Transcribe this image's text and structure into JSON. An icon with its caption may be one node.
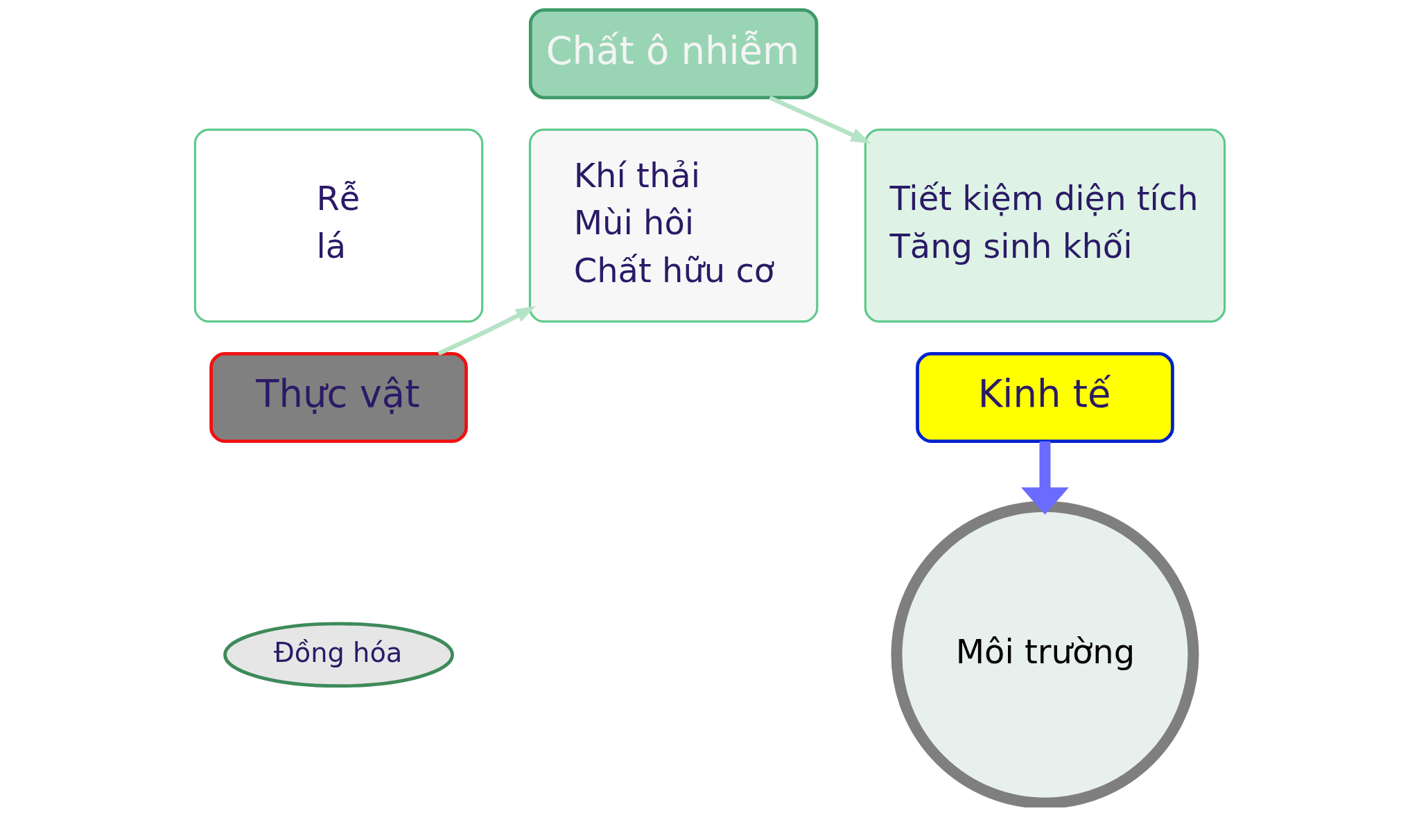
{
  "diagram": {
    "nodes": [
      {
        "text": [
          "Rễ",
          "lá"
        ]
      },
      {
        "text": [
          "Thực vật"
        ]
      },
      {
        "text": [
          "Khí thải",
          "Mùi hôi",
          "Chất hữu cơ"
        ]
      },
      {
        "text": [
          "Chất ô nhiễm"
        ]
      },
      {
        "text": [
          "Tiết kiệm diện tích",
          "Tăng sinh khối"
        ]
      },
      {
        "text": [
          "Kinh tế"
        ]
      },
      {
        "text": [
          "Môi trường"
        ]
      },
      {
        "text": [
          "Đồng hóa"
        ]
      }
    ],
    "edges": [
      {
        "from": 1,
        "to": 2,
        "arrow": "to"
      },
      {
        "from": 3,
        "to": 4,
        "arrow": "to"
      },
      {
        "from": 5,
        "to": 6,
        "arrow": "to",
        "style": "thick",
        "color": "#6b6bff"
      }
    ]
  }
}
